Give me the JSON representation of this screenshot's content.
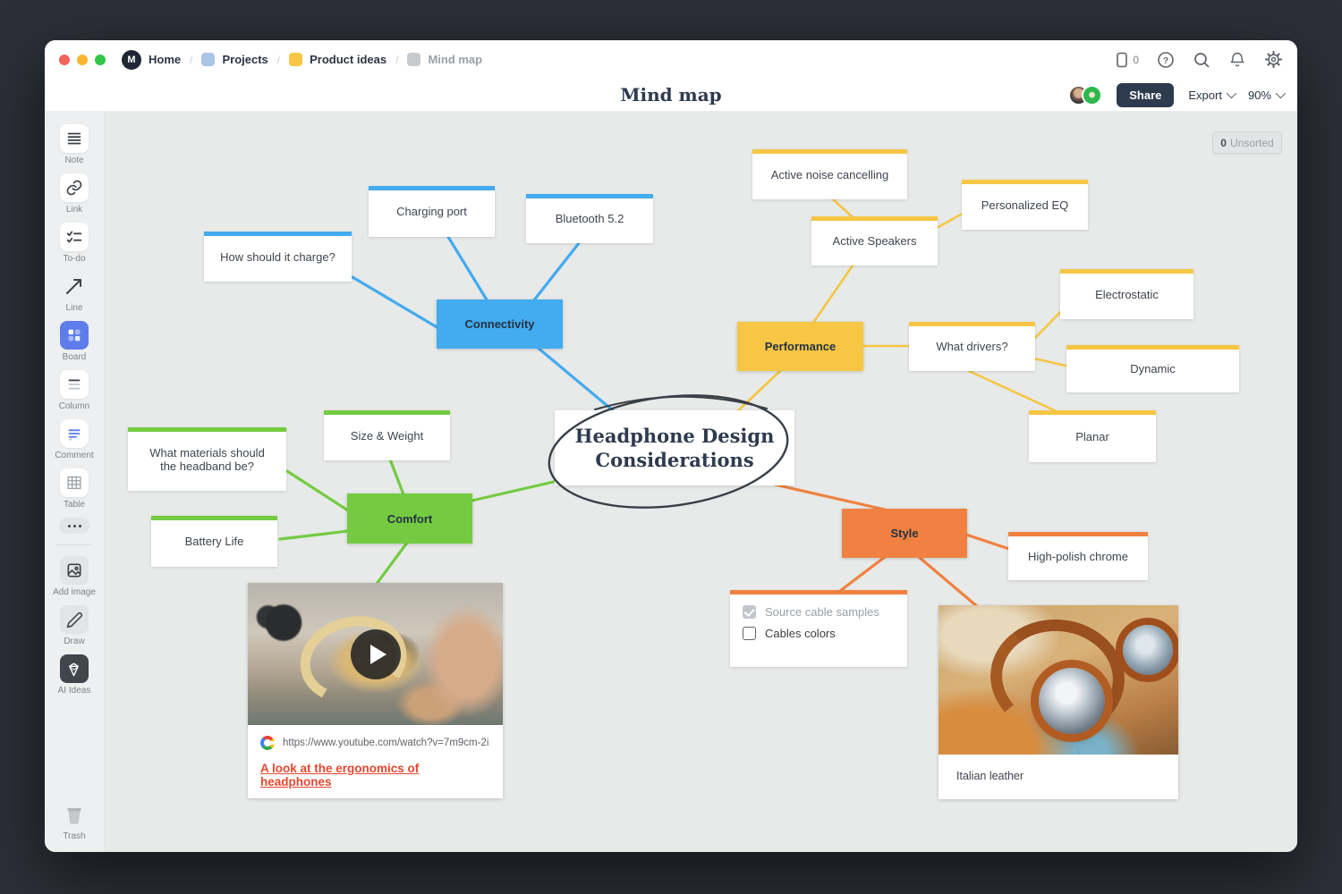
{
  "breadcrumb": {
    "separator": "/",
    "items": [
      {
        "label": "Home"
      },
      {
        "label": "Projects",
        "icon_color": "#a9c6e8"
      },
      {
        "label": "Product ideas",
        "icon_color": "#f6c644"
      },
      {
        "label": "Mind map",
        "icon_color": "#c7cacd"
      }
    ]
  },
  "topbar": {
    "device_count": "0"
  },
  "titlebar": {
    "title": "Mind map",
    "share_label": "Share",
    "export_label": "Export",
    "zoom_level": "90%"
  },
  "sidebar": {
    "tools": [
      {
        "label": "Note"
      },
      {
        "label": "Link"
      },
      {
        "label": "To-do"
      },
      {
        "label": "Line"
      },
      {
        "label": "Board"
      },
      {
        "label": "Column"
      },
      {
        "label": "Comment"
      },
      {
        "label": "Table"
      },
      {
        "label": "Add image"
      },
      {
        "label": "Draw"
      },
      {
        "label": "AI Ideas"
      },
      {
        "label": "Trash"
      }
    ]
  },
  "canvas": {
    "unsorted_badge": {
      "count": "0",
      "label": "Unsorted"
    },
    "center": {
      "line1": "Headphone Design",
      "line2": "Considerations"
    },
    "colors": {
      "blue": "#43abef",
      "yellow": "#f6c644",
      "green": "#74cb42",
      "orange": "#f08140"
    },
    "nodes": {
      "connectivity": "Connectivity",
      "charging_port": "Charging port",
      "bluetooth": "Bluetooth 5.2",
      "how_charge": "How should it charge?",
      "performance": "Performance",
      "anc": "Active noise cancelling",
      "active_speakers": "Active Speakers",
      "personalized_eq": "Personalized EQ",
      "what_drivers": "What drivers?",
      "electrostatic": "Electrostatic",
      "dynamic": "Dynamic",
      "planar": "Planar",
      "comfort": "Comfort",
      "size_weight": "Size & Weight",
      "materials": "What materials should the headband be?",
      "battery": "Battery Life",
      "style": "Style",
      "chrome": "High-polish chrome"
    },
    "video_card": {
      "url": "https://www.youtube.com/watch?v=7m9cm-2i",
      "link_text": "A look at the ergonomics of headphones"
    },
    "todo_card": {
      "items": [
        {
          "label": "Source cable samples",
          "checked": true
        },
        {
          "label": "Cables colors",
          "checked": false
        }
      ]
    },
    "image_card": {
      "caption": "Italian leather"
    }
  }
}
